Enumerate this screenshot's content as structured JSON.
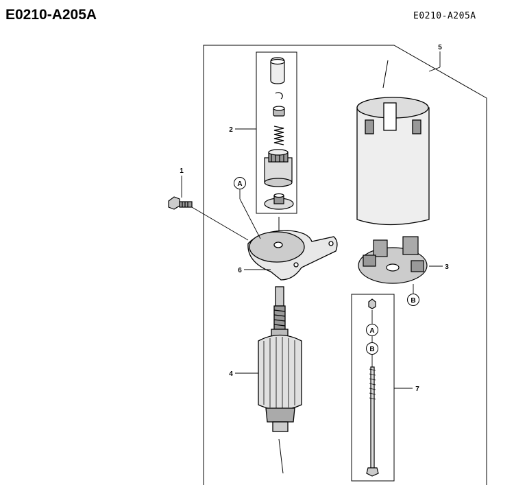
{
  "header": {
    "title_left": "E0210-A205A",
    "title_right": "E0210-A205A"
  },
  "callouts": {
    "c1": "1",
    "c2": "2",
    "c3": "3",
    "c4": "4",
    "c5": "5",
    "c6": "6",
    "c7": "7"
  },
  "refs": {
    "a_top": "A",
    "b_right": "B",
    "a_bolt": "A",
    "b_bolt": "B"
  }
}
